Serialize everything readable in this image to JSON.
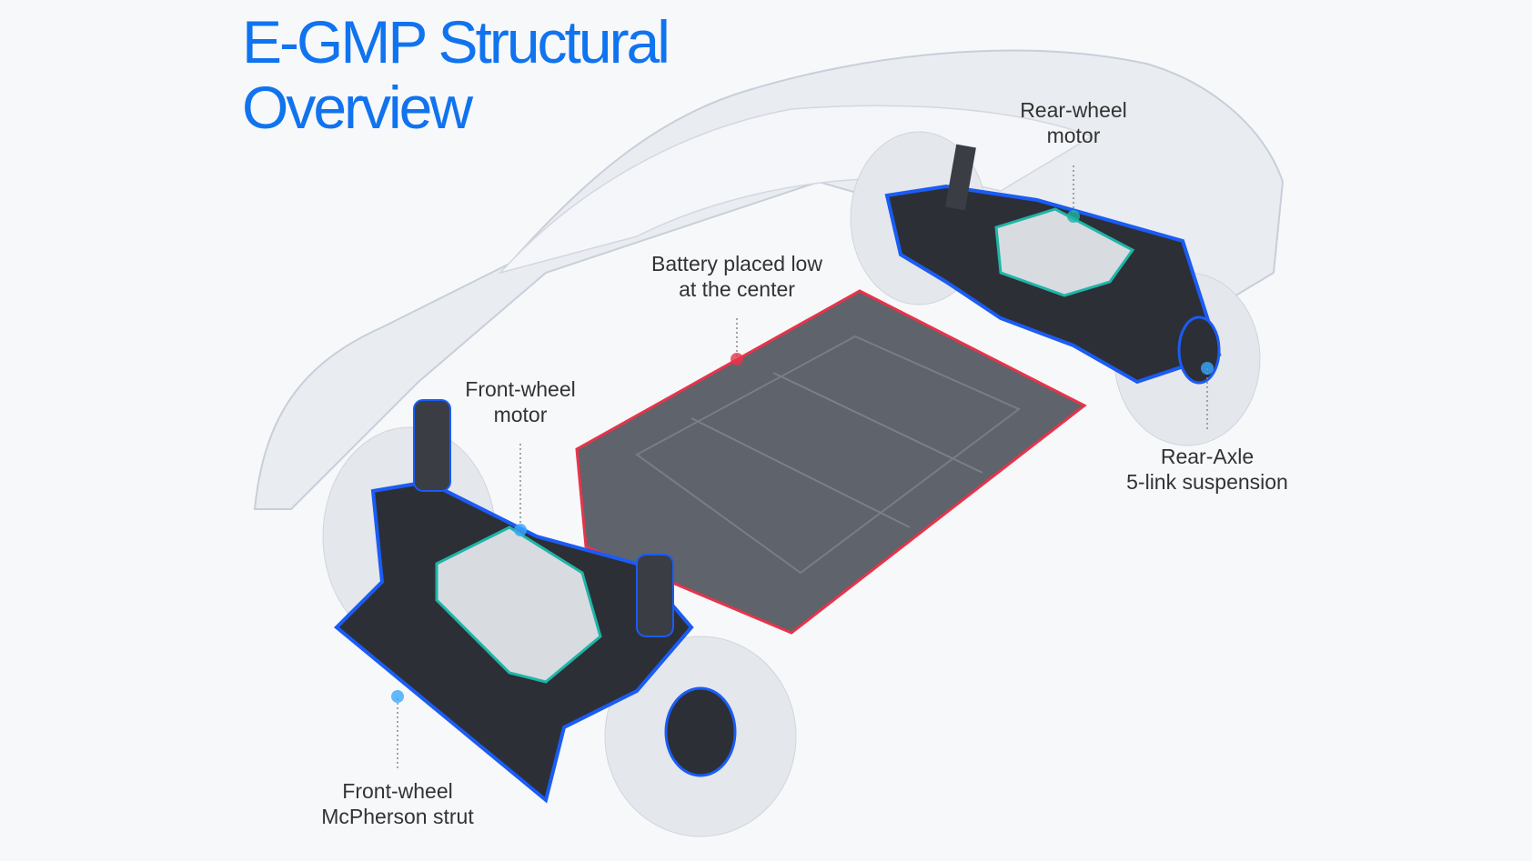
{
  "title": {
    "line1": "E-GMP Structural",
    "line2": "Overview"
  },
  "labels": {
    "battery": {
      "line1": "Battery placed low",
      "line2": "at the center"
    },
    "front_motor": {
      "line1": "Front-wheel",
      "line2": "motor"
    },
    "rear_motor": {
      "line1": "Rear-wheel",
      "line2": "motor"
    },
    "rear_axle": {
      "line1": "Rear-Axle",
      "line2": "5-link suspension"
    },
    "front_strut": {
      "line1": "Front-wheel",
      "line2": "McPherson strut"
    }
  },
  "colors": {
    "title": "#1073ef",
    "battery_outline": "#e8334a",
    "frame_outline": "#1a5cf5",
    "motor_outline": "#1fb5a8",
    "battery_fill": "#5f636b"
  }
}
